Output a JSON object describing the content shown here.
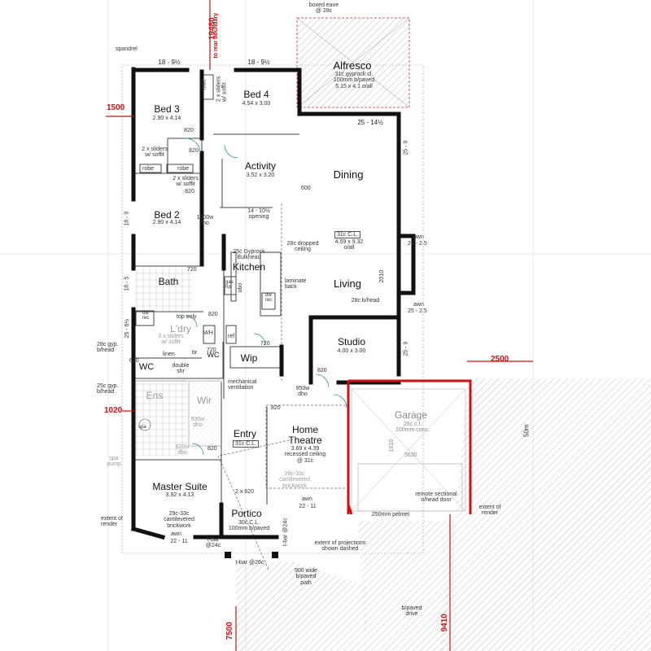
{
  "top_labels": {
    "boxed_eave": "boxed eave\n@ 28c",
    "spandrel": "spandrel",
    "dim_left": "18 - 9½",
    "dim_right": "18 - 9½",
    "rear_boundary_dim": "19480",
    "rear_boundary_note": "to rear boundary",
    "left_offset": "1500"
  },
  "rooms": {
    "alfresco": {
      "name": "Alfresco",
      "note": "31c gyprock cl.\n100mm b/paved\n5.15 x 4.1 o/all"
    },
    "bed3": {
      "name": "Bed 3",
      "size": "2.90 x 4.14"
    },
    "bed4": {
      "name": "Bed 4",
      "size": "4.54 x 3.00"
    },
    "activity": {
      "name": "Activity",
      "size": "3.52 x 3.20"
    },
    "dining": {
      "name": "Dining"
    },
    "bed2": {
      "name": "Bed 2",
      "size": "2.90 x 4.14"
    },
    "kitchen": {
      "name": "Kitchen",
      "note": "25c Gyprock\nBulkhead"
    },
    "living": {
      "name": "Living",
      "size": "4.59 x 9.32\no/all",
      "ceiling": "31c C.L."
    },
    "bath": {
      "name": "Bath"
    },
    "laundry": {
      "name": "L'dry"
    },
    "studio": {
      "name": "Studio",
      "size": "4.00 x 3.00"
    },
    "wip": {
      "name": "Wip"
    },
    "wc": {
      "name": "WC"
    },
    "ens": {
      "name": "Ens"
    },
    "wir": {
      "name": "Wir"
    },
    "entry": {
      "name": "Entry",
      "ceiling": "31c C.L."
    },
    "home_theatre": {
      "name": "Home\nTheatre",
      "note": "3.69 x 4.39\nrecessed ceiling\n@ 31c"
    },
    "garage": {
      "name": "Garage",
      "note": "28c c.l.\n100mm conc."
    },
    "master": {
      "name": "Master Suite",
      "size": "3.92 x 4.13",
      "note": "29c-33c\ncantilevered\nbrickwork"
    },
    "portico": {
      "name": "Portico",
      "note": "30c C.L.\n100mm b/paved"
    }
  },
  "annotations": {
    "door_820": "820",
    "door_720": "720",
    "robe": "robe",
    "sliders_soffit": "2 x sliders\nw/ soffit",
    "sliders_soffit_b": "2 x sliders\nw/ soffit",
    "sliders_soffit_c": "2 x sliders\nw/ soffit",
    "sliders_laundry": "3 x sliders\nw/ soffit",
    "opening": "14 - 10½\nopening",
    "fho_1200": "1200w\nfho",
    "dropped_ceiling": "28c dropped\nceiling",
    "laminate_back": "laminate\nback",
    "gas_hp": "gas\nhp",
    "ubo": "ubo",
    "dw_rec": "dw\nrec",
    "dw_rec_2": "dw\nrec",
    "dim_25_14": "25 - 14½",
    "dim_25_9": "25 - 9",
    "dim_25_9b": "25 - 9",
    "dim_18_9": "18 - 9",
    "dim_18_5": "18 - 5",
    "dim_25_6": "25 - 6½",
    "awn": "awn",
    "dim_25_25": "25 - 2.5",
    "dim_25_25b": "25 - 2.5",
    "head_28c": "28c b/head",
    "num_600": "600",
    "num_2010": "2010",
    "top_only": "top only",
    "mh": "M/H",
    "ref": "ref",
    "linen": "linen",
    "br": "br",
    "double_shr": "double\nshr",
    "mech_vent": "mechanical\nventilation",
    "gyp_28c": "28c gyp.\nb/head",
    "gyp_25c": "25c gyp.\nb/head",
    "num_620": "620",
    "w950": "950w\ndho",
    "w930": "930w\ndho",
    "w820_dho": "820w\ndho",
    "spa": "spa",
    "spa_pump": "spa\npump",
    "cantilevered": "29c-33c\ncantilevered\nbrickwork",
    "x820": "2 x 820",
    "dim_22_11": "22 - 11",
    "dim_22_11b": "22 - 11",
    "pelmet": "250mm pelmet",
    "remote_door": "remote sectional\no/head door",
    "extent_render": "extent of\nrender",
    "extent_render_2": "extent of\nrender",
    "extent_proj": "extent of projections\nshown dashed",
    "tbar_24": "t-bar\n@24c",
    "tbar_24b": "t-bar @24c",
    "tbar_26": "t-bar @26c",
    "path": "900 wide\nb/paved\npath",
    "drive": "b/paved\ndrive",
    "dim_50m": "50m",
    "num_1020": "1020",
    "num_2500": "2500",
    "num_7500": "7500",
    "num_9410": "9410",
    "num_1910": "1910",
    "num_5630": "5630"
  },
  "colors": {
    "wall": "#111111",
    "thin_line": "#555555",
    "red_line": "#cc1111",
    "hatch": "#999999",
    "faded": "#bbbbbb"
  }
}
